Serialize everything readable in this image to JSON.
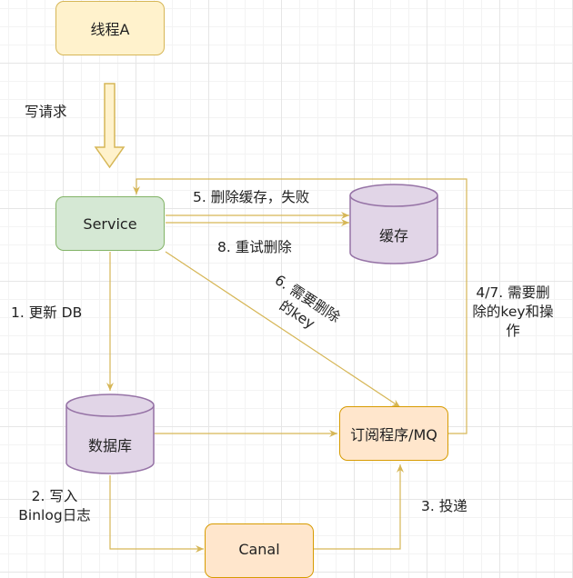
{
  "nodes": {
    "thread_a": "线程A",
    "service": "Service",
    "cache": "缓存",
    "database": "数据库",
    "mq": "订阅程序/MQ",
    "canal": "Canal"
  },
  "edge_labels": {
    "write_request": "写请求",
    "delete_cache_fail": "5. 删除缓存，失败",
    "retry_delete": "8. 重试删除",
    "update_db": "1. 更新 DB",
    "need_delete_key_line1": "6. 需要删除",
    "need_delete_key_line2": "的key",
    "key_and_op_line1": "4/7. 需要删",
    "key_and_op_line2": "除的key和操",
    "key_and_op_line3": "作",
    "write_binlog_line1": "2. 写入",
    "write_binlog_line2": "Binlog日志",
    "deliver": "3. 投递"
  },
  "colors": {
    "edge": "#d6b656",
    "thread_fill": "#fff2cc",
    "service_fill": "#d5e8d4",
    "cylinder_fill": "#e1d5e7",
    "mq_fill": "#ffe6cc"
  }
}
